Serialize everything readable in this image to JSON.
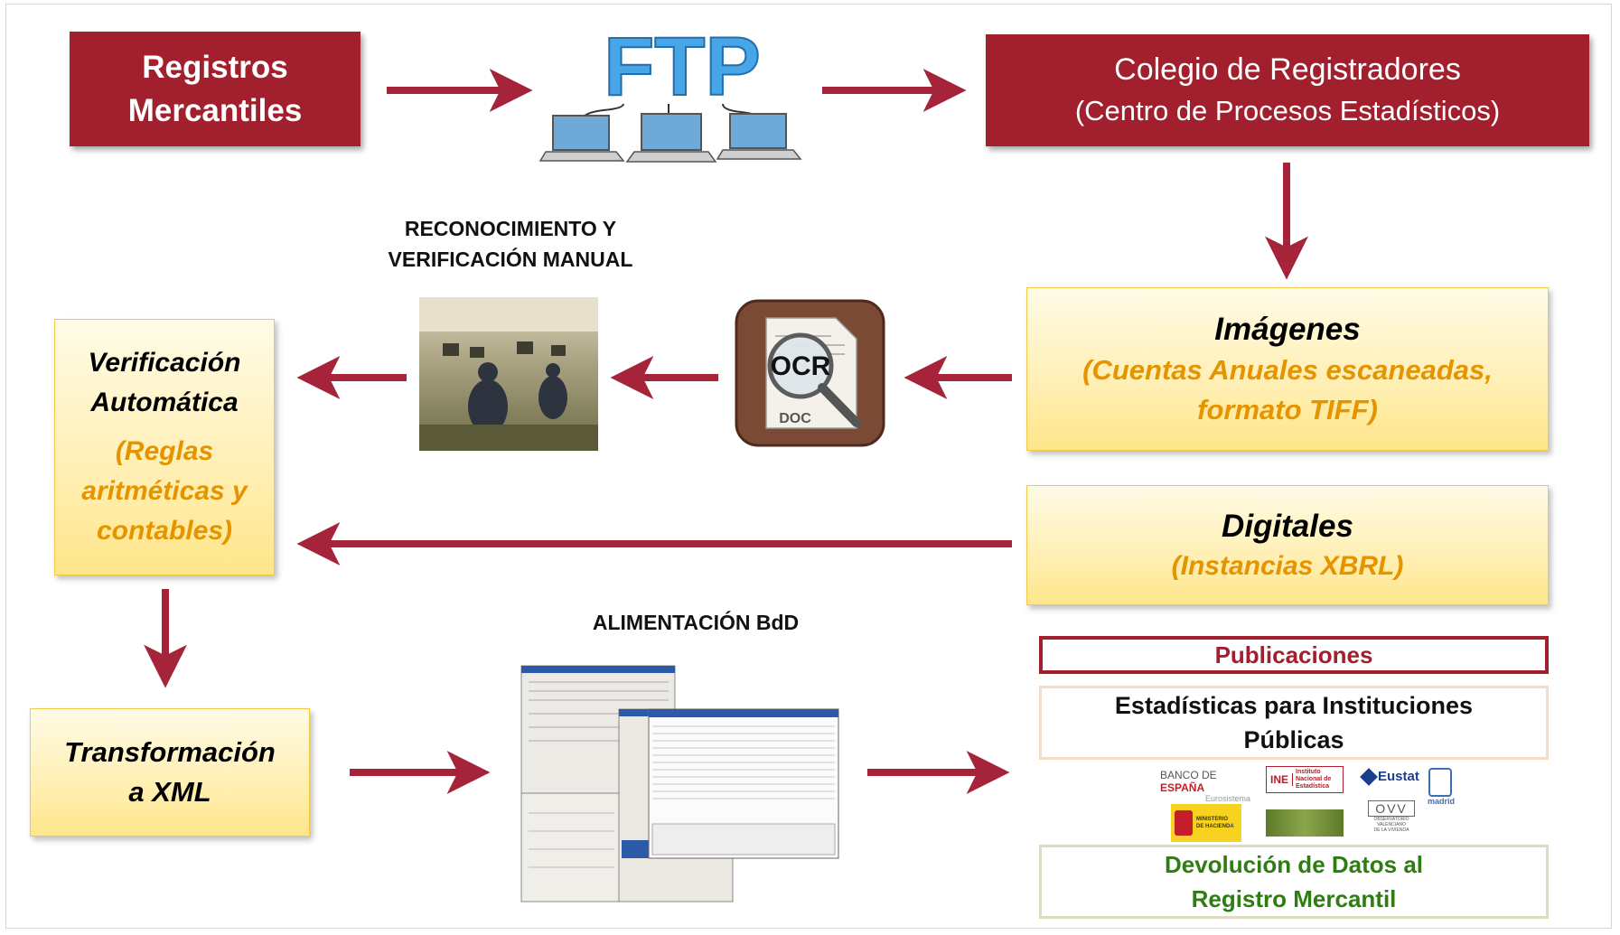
{
  "nodes": {
    "registros_line1": "Registros",
    "registros_line2": "Mercantiles",
    "ftp_label": "FTP",
    "colegio_line1": "Colegio de Registradores",
    "colegio_line2": "(Centro de Procesos Estadísticos)",
    "imagenes_title": "Imágenes",
    "imagenes_line2": "(Cuentas Anuales escaneadas,",
    "imagenes_line3": "formato TIFF)",
    "digitales_title": "Digitales",
    "digitales_line2": "(Instancias XBRL)",
    "ocr_label": "OCR",
    "ocr_doc": "DOC",
    "reconocimiento_line1": "RECONOCIMIENTO Y",
    "reconocimiento_line2": "VERIFICACIÓN MANUAL",
    "verificacion_line1": "Verificación",
    "verificacion_line2": "Automática",
    "verificacion_line3": "(Reglas",
    "verificacion_line4": "aritméticas y",
    "verificacion_line5": "contables)",
    "transformacion_line1": "Transformación",
    "transformacion_line2": "a XML",
    "alimentacion_label": "ALIMENTACIÓN BdD"
  },
  "outputs": {
    "publicaciones": "Publicaciones",
    "estadisticas_line1": "Estadísticas para Instituciones",
    "estadisticas_line2": "Públicas",
    "devolucion_line1": "Devolución de Datos al",
    "devolucion_line2": "Registro Mercantil"
  },
  "logos": {
    "banco_a": "BANCO DE ",
    "banco_b": "ESPAÑA",
    "banco_sub": "Eurosistema",
    "ine_mark": "INE",
    "ine_line1": "Instituto",
    "ine_line2": "Nacional de",
    "ine_line3": "Estadística",
    "eustat": "Eustat",
    "madrid": "madrid",
    "ministerio_line1": "MINISTERIO",
    "ministerio_line2": "DE HACIENDA",
    "ovv": "OVV",
    "ovv_line1": "OBSERVATORIO",
    "ovv_line2": "VALENCIANO",
    "ovv_line3": "DE LA VIVIENDA"
  },
  "colors": {
    "dark_red": "#a21f2d",
    "arrow_red": "#a5243a",
    "orange_text": "#e59400",
    "green_text": "#2e7d12"
  }
}
